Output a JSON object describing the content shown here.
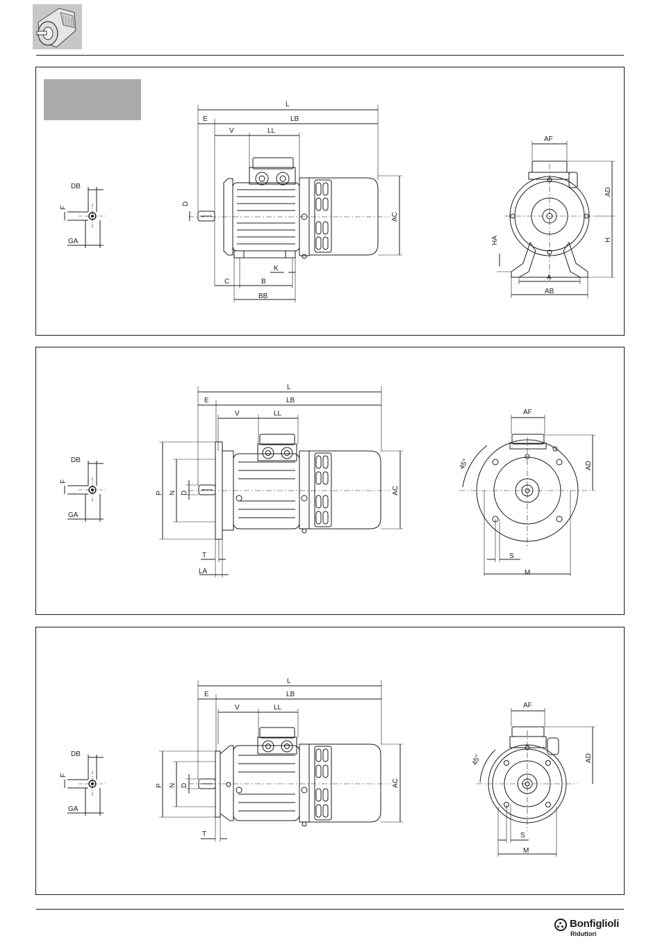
{
  "brand": {
    "name": "Bonfiglioli",
    "sub": "Riduttori"
  },
  "shaft_labels": {
    "db": "DB",
    "f": "F",
    "ga": "GA"
  },
  "side_labels": {
    "l": "L",
    "e": "E",
    "lb": "LB",
    "v": "V",
    "ll": "LL",
    "d": "D",
    "ac": "AC",
    "c": "C",
    "b": "B",
    "bb": "BB",
    "k": "K",
    "p": "P",
    "n": "N",
    "t": "T",
    "la": "LA"
  },
  "front_labels": {
    "af": "AF",
    "ad": "AD",
    "h": "H",
    "ha": "HA",
    "a": "A",
    "ab": "AB",
    "s": "S",
    "m": "M",
    "angle": "45°"
  },
  "colors": {
    "line": "#1a1a1a",
    "thumbnail": "#c7c7c7",
    "placeholder": "#aaaaaa"
  }
}
